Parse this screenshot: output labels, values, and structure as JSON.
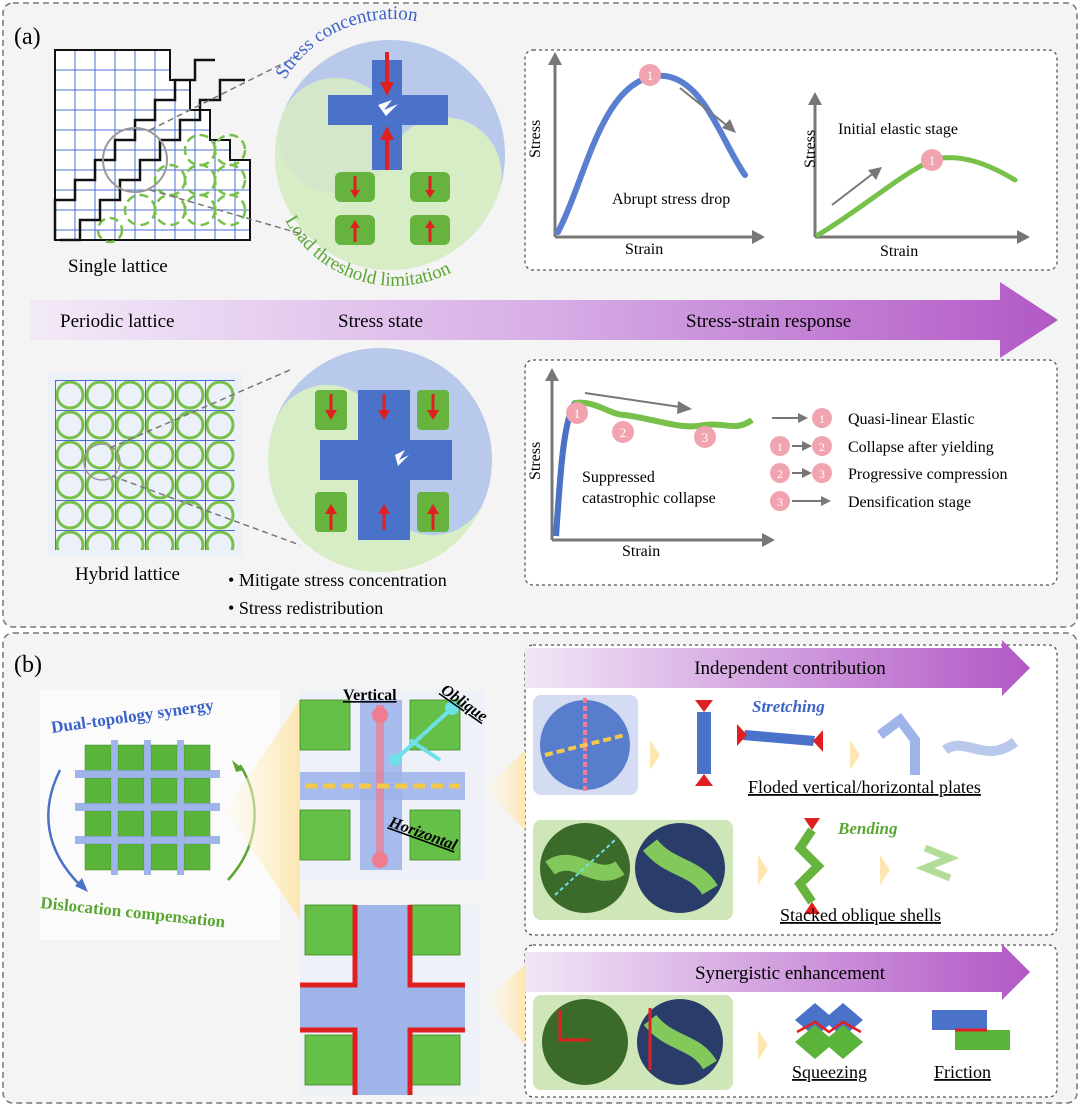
{
  "panel_a": {
    "label": "(a)",
    "top_left_caption": "Single lattice",
    "bottom_left_caption": "Hybrid lattice",
    "yin_yang_top_arc": "Stress concentration",
    "yin_yang_bottom_arc": "Load threshold limitation",
    "arrow": {
      "left": "Periodic lattice",
      "middle": "Stress state",
      "right": "Stress-strain response"
    },
    "bullets": [
      "Mitigate stress concentration",
      "Stress redistribution"
    ],
    "plot1": {
      "ylabel": "Stress",
      "xlabel": "Strain",
      "note": "Abrupt stress drop",
      "marker": "1"
    },
    "plot2": {
      "ylabel": "Stress",
      "xlabel": "Strain",
      "note": "Initial elastic stage",
      "marker": "1"
    },
    "plot3": {
      "ylabel": "Stress",
      "xlabel": "Strain",
      "note_line1": "Suppressed",
      "note_line2": "catastrophic collapse",
      "markers": [
        "1",
        "2",
        "3"
      ],
      "legend": [
        {
          "from": "",
          "to": "1",
          "text": "Quasi-linear Elastic"
        },
        {
          "from": "1",
          "to": "2",
          "text": "Collapse after yielding"
        },
        {
          "from": "2",
          "to": "3",
          "text": "Progressive compression"
        },
        {
          "from": "3",
          "to": "",
          "text": "Densification stage"
        }
      ]
    }
  },
  "panel_b": {
    "label": "(b)",
    "synergy_label": "Dual-topology synergy",
    "compensation_label": "Dislocation compensation",
    "vertical": "Vertical",
    "oblique": "Oblique",
    "horizontal": "Horizontal",
    "independent": "Independent contribution",
    "stretching": "Stretching",
    "plates": "Floded vertical/horizontal plates",
    "bending": "Bending",
    "shells": "Stacked oblique shells",
    "synergistic": "Synergistic enhancement",
    "squeezing": "Squeezing",
    "friction": "Friction"
  },
  "colors": {
    "blue": "#5b7fd0",
    "green": "#77c04a",
    "pink": "#f2a3b0",
    "purple": "#b35ec8",
    "red": "#e02020"
  }
}
